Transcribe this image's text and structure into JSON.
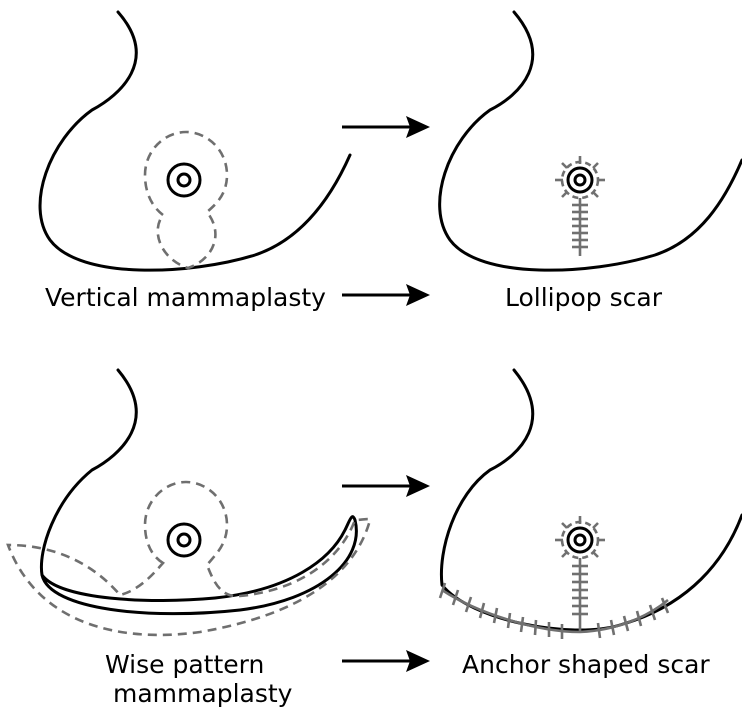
{
  "labels": {
    "vertical": "Vertical mammaplasty",
    "lollipop": "Lollipop scar",
    "wise_line1": "Wise pattern",
    "wise_line2": "mammaplasty",
    "anchor": "Anchor shaped scar"
  },
  "colors": {
    "outline": "#000000",
    "dashed": "#6f6f6f",
    "scar": "#707070",
    "background": "#ffffff"
  }
}
